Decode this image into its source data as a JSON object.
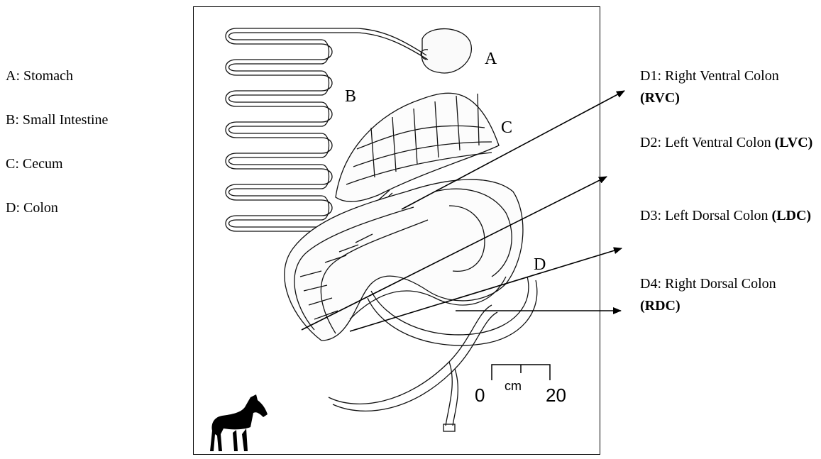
{
  "legend": [
    {
      "text": "A: Stomach"
    },
    {
      "text": "B: Small Intestine"
    },
    {
      "text": "C: Cecum"
    },
    {
      "text": "D: Colon"
    }
  ],
  "figure_letters": {
    "a": "A",
    "b": "B",
    "c": "C",
    "d": "D"
  },
  "side_labels": [
    {
      "text": "D1: Right Ventral Colon ",
      "abbr": "(RVC)"
    },
    {
      "text": "D2: Left Ventral Colon ",
      "abbr": "(LVC)"
    },
    {
      "text": "D3: Left Dorsal Colon ",
      "abbr": "(LDC)"
    },
    {
      "text": "D4: Right Dorsal Colon ",
      "abbr": "(RDC)"
    }
  ],
  "scale_bar": {
    "start": "0",
    "unit": "cm",
    "end": "20"
  },
  "icons": {
    "animal": "horse-silhouette-icon"
  }
}
